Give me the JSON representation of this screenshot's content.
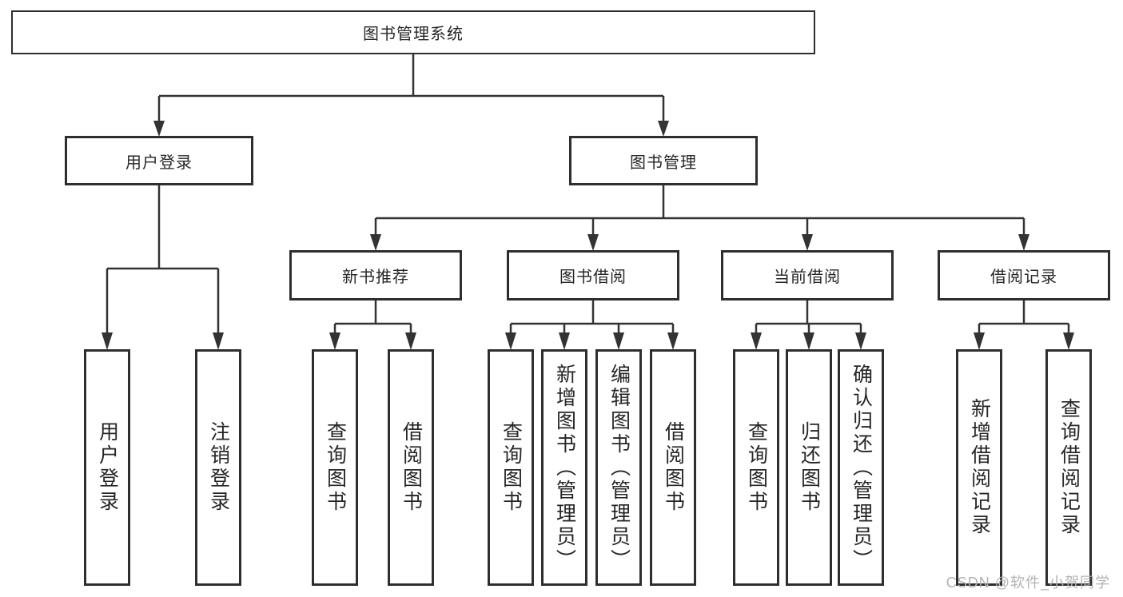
{
  "nodes": {
    "root": "图书管理系统",
    "level2": [
      {
        "label": "用户登录"
      },
      {
        "label": "图书管理"
      }
    ],
    "level3": [
      {
        "label": "新书推荐",
        "parent": "图书管理"
      },
      {
        "label": "图书借阅",
        "parent": "图书管理"
      },
      {
        "label": "当前借阅",
        "parent": "图书管理"
      },
      {
        "label": "借阅记录",
        "parent": "图书管理"
      }
    ],
    "level4": [
      {
        "label": "用户登录",
        "parent": "用户登录"
      },
      {
        "label": "注销登录",
        "parent": "用户登录"
      },
      {
        "label": "查询图书",
        "parent": "新书推荐"
      },
      {
        "label": "借阅图书",
        "parent": "新书推荐"
      },
      {
        "label": "查询图书",
        "parent": "图书借阅"
      },
      {
        "label": "新增图书（管理员）",
        "parent": "图书借阅"
      },
      {
        "label": "编辑图书（管理员）",
        "parent": "图书借阅"
      },
      {
        "label": "借阅图书",
        "parent": "图书借阅"
      },
      {
        "label": "查询图书",
        "parent": "当前借阅"
      },
      {
        "label": "归还图书",
        "parent": "当前借阅"
      },
      {
        "label": "确认归还（管理员）",
        "parent": "当前借阅"
      },
      {
        "label": "新增借阅记录",
        "parent": "借阅记录"
      },
      {
        "label": "查询借阅记录",
        "parent": "借阅记录"
      }
    ]
  },
  "watermark": "CSDN @软件_小贺同学",
  "colors": {
    "line": "#333333",
    "border": "#2e2e2e",
    "text": "#262626",
    "background": "#ffffff",
    "watermark": "#b3b3b3"
  }
}
